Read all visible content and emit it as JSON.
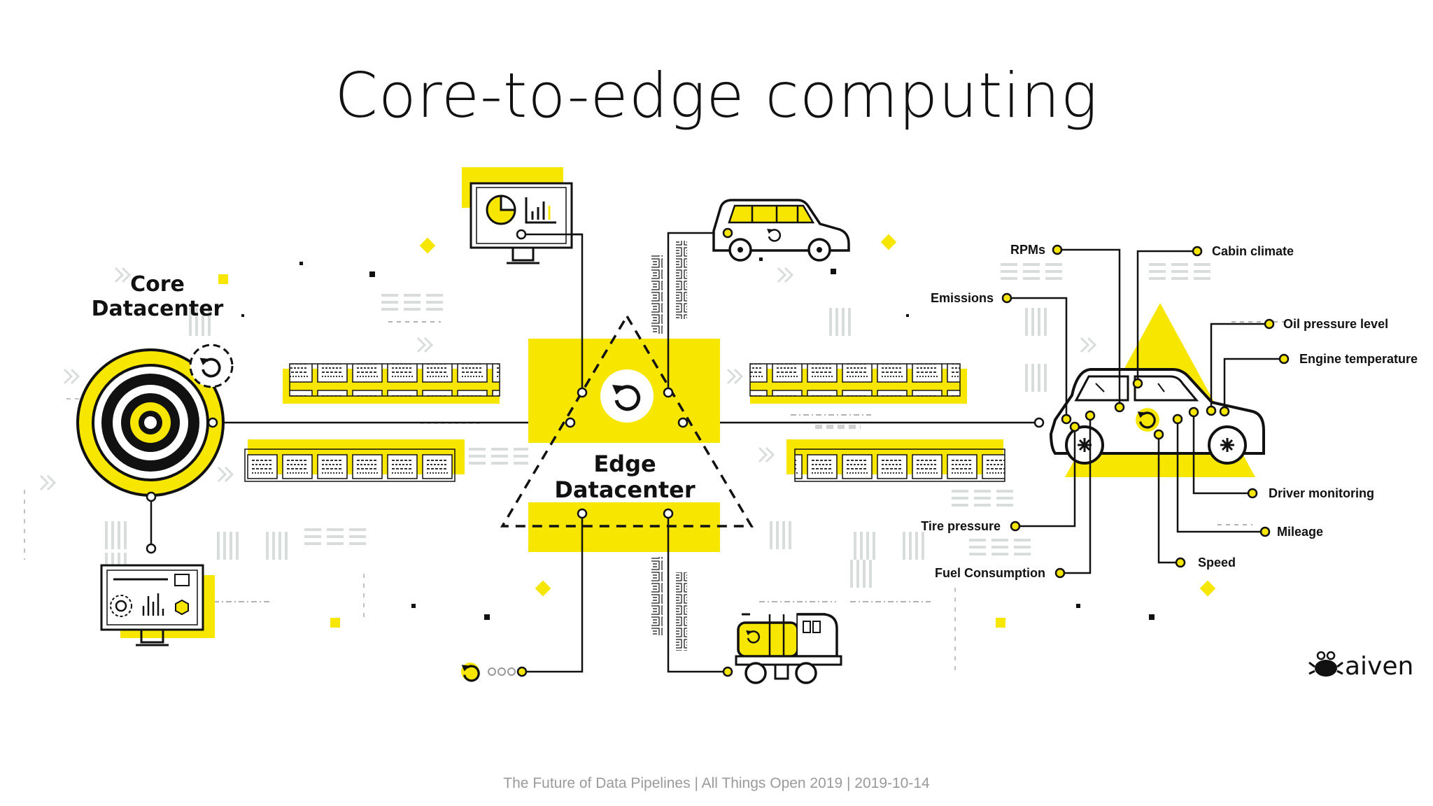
{
  "title": "Core-to-edge computing",
  "footer": "The Future of Data Pipelines | All Things Open 2019 | 2019-10-14",
  "colors": {
    "accent": "#f7e600",
    "ink": "#111111",
    "muted": "#c9cfcc"
  },
  "core": {
    "line1": "Core",
    "line2": "Datacenter"
  },
  "edge": {
    "line1": "Edge",
    "line2": "Datacenter"
  },
  "sensors": {
    "rpms": "RPMs",
    "cabin_climate": "Cabin climate",
    "emissions": "Emissions",
    "oil_pressure": "Oil pressure level",
    "engine_temp": "Engine temperature",
    "driver_monitoring": "Driver monitoring",
    "tire_pressure": "Tire pressure",
    "mileage": "Mileage",
    "speed": "Speed",
    "fuel_consumption": "Fuel Consumption"
  },
  "brand": {
    "name": "aiven",
    "icon": "crab-icon"
  },
  "icons": [
    "sync-icon",
    "pie-chart-icon",
    "bar-chart-icon",
    "monitor-icon",
    "car-icon",
    "truck-icon",
    "target-icon"
  ]
}
